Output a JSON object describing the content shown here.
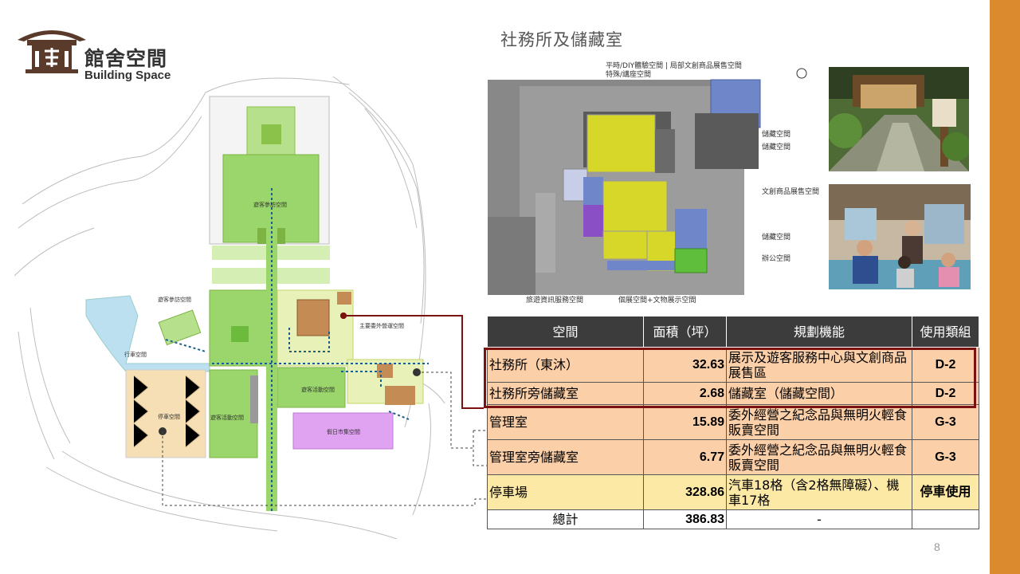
{
  "header": {
    "logo_title": "館舍空間",
    "logo_subtitle": "Building Space",
    "section_title": "社務所及儲藏室"
  },
  "page_number": "8",
  "colors": {
    "accent_bar": "#dc8a2e",
    "highlight_border": "#7b1212",
    "row_orange": "#fbcfa8",
    "row_yellow": "#fde9a6",
    "header_bg": "#3c3c3c"
  },
  "site_plan": {
    "labels": {
      "visitor_worship": "遊客參訪空間",
      "visitor_visit": "遊客參訪空間",
      "main_outsourced": "主要委外營運空間",
      "walkway": "行車空間",
      "visitor_activity_right": "遊客活動空間",
      "visitor_activity_left": "遊客活動空間",
      "parking": "停車空間",
      "holiday_market": "假日市集空間"
    }
  },
  "floor_plan": {
    "labels": {
      "top_function_1": "平時/DIY體驗空間 | 局部文創商品展售空間",
      "top_function_2": "特殊/講座空間",
      "storage_1": "儲藏空間",
      "storage_2": "儲藏空間",
      "creative_sales": "文創商品展售空間",
      "storage_3": "儲藏空間",
      "office": "辦公空間",
      "tourist_info": "旅遊資訊服務空間",
      "exhibition": "個展空間+文物展示空間"
    }
  },
  "table": {
    "headers": [
      "空間",
      "面積（坪）",
      "規劃機能",
      "使用類組"
    ],
    "rows": [
      {
        "name": "社務所（東沐）",
        "area": "32.63",
        "func": "展示及遊客服務中心與文創商品展售區",
        "type": "D-2"
      },
      {
        "name": "社務所旁儲藏室",
        "area": "2.68",
        "func": "儲藏室（儲藏空間）",
        "type": "D-2"
      },
      {
        "name": "管理室",
        "area": "15.89",
        "func": "委外經營之紀念品與無明火輕食販賣空間",
        "type": "G-3"
      },
      {
        "name": "管理室旁儲藏室",
        "area": "6.77",
        "func": "委外經營之紀念品與無明火輕食販賣空間",
        "type": "G-3"
      },
      {
        "name": "停車場",
        "area": "328.86",
        "func": "汽車18格（含2格無障礙）、機車17格",
        "type": "停車使用"
      }
    ],
    "total": {
      "label": "總計",
      "area": "386.83",
      "func": "-",
      "type": ""
    }
  }
}
